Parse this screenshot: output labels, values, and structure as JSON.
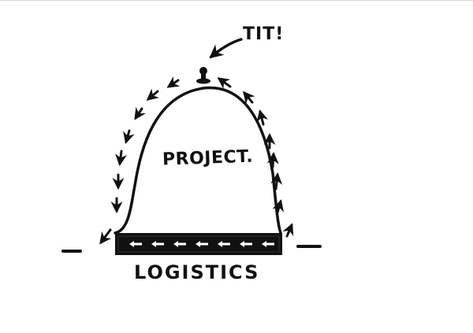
{
  "labels": {
    "callout": "TIT!",
    "dome": "PROJECT.",
    "base": "LOGISTICS"
  },
  "colors": {
    "ink": "#111111",
    "paper": "#ffffff",
    "arrow_inner": "#ffffff"
  },
  "icons": {
    "callout_arrow": "curved-arrow-icon",
    "knob": "knob-icon",
    "flow_arrows": "arrow-icon"
  }
}
